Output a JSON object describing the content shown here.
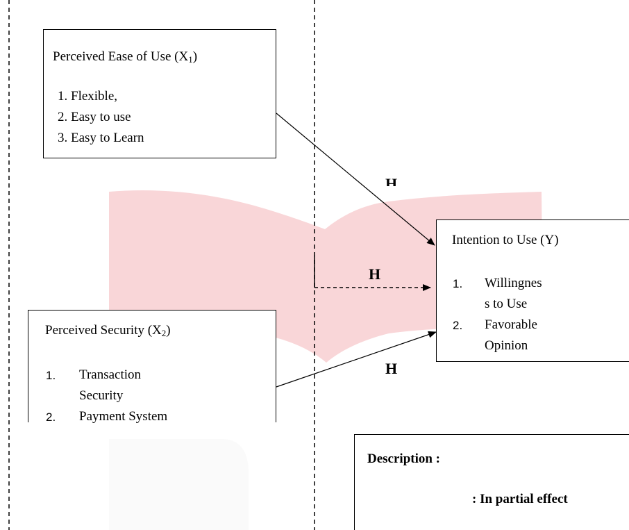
{
  "x1_box": {
    "title": "Perceived Ease of Use (X",
    "title_sub": "1",
    "title_end": ")",
    "items": [
      "1.  Flexible,",
      "2.  Easy to use",
      "3.  Easy to Learn"
    ]
  },
  "y_box": {
    "title": "Intention to Use (Y)",
    "items": [
      {
        "num": "1.",
        "lines": [
          "Willingnes",
          "s to Use"
        ]
      },
      {
        "num": "2.",
        "lines": [
          "Favorable",
          "Opinion"
        ]
      }
    ]
  },
  "x2_box": {
    "title": "Perceived Security (X",
    "title_sub": "2",
    "title_end": ")",
    "items": [
      {
        "num": "1.",
        "lines": [
          "Transaction",
          "Security"
        ]
      },
      {
        "num": "2.",
        "lines": [
          "Payment System"
        ]
      }
    ]
  },
  "hypotheses": {
    "h1": "H",
    "h2": "H",
    "h3": "H"
  },
  "legend": {
    "title": "Description :",
    "partial_label": ": In partial effect"
  },
  "colors": {
    "watermark": "#f9d6d8",
    "watermark_light": "#fafafa"
  }
}
